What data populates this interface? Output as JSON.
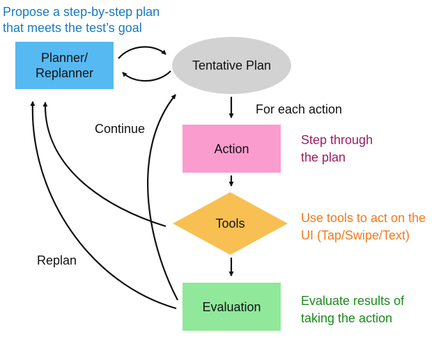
{
  "title": {
    "line1": "Propose a step-by-step plan",
    "line2": "that meets the test’s goal"
  },
  "nodes": {
    "planner": {
      "label_line1": "Planner/",
      "label_line2": "Replanner"
    },
    "tentative_plan": {
      "label": "Tentative Plan"
    },
    "action": {
      "label": "Action"
    },
    "tools": {
      "label": "Tools"
    },
    "evaluation": {
      "label": "Evaluation"
    }
  },
  "edge_labels": {
    "for_each_action": "For each action",
    "continue": "Continue",
    "replan": "Replan"
  },
  "annotations": {
    "step_through": {
      "line1": "Step through",
      "line2": "the plan"
    },
    "use_tools": {
      "line1": "Use tools to act on the",
      "line2": "UI (Tap/Swipe/Text)"
    },
    "evaluate": {
      "line1": "Evaluate results of",
      "line2": "taking the action"
    }
  },
  "colors": {
    "title_blue": "#1879C0",
    "planner_fill": "#56B9F1",
    "ellipse_fill": "#D2D2D2",
    "action_fill": "#FB9CCE",
    "tools_fill": "#F8C052",
    "evaluation_fill": "#90E89A",
    "note_purple": "#9D1D62",
    "note_orange": "#F5791D",
    "note_green": "#1B8A1B",
    "arrow_black": "#111111"
  }
}
